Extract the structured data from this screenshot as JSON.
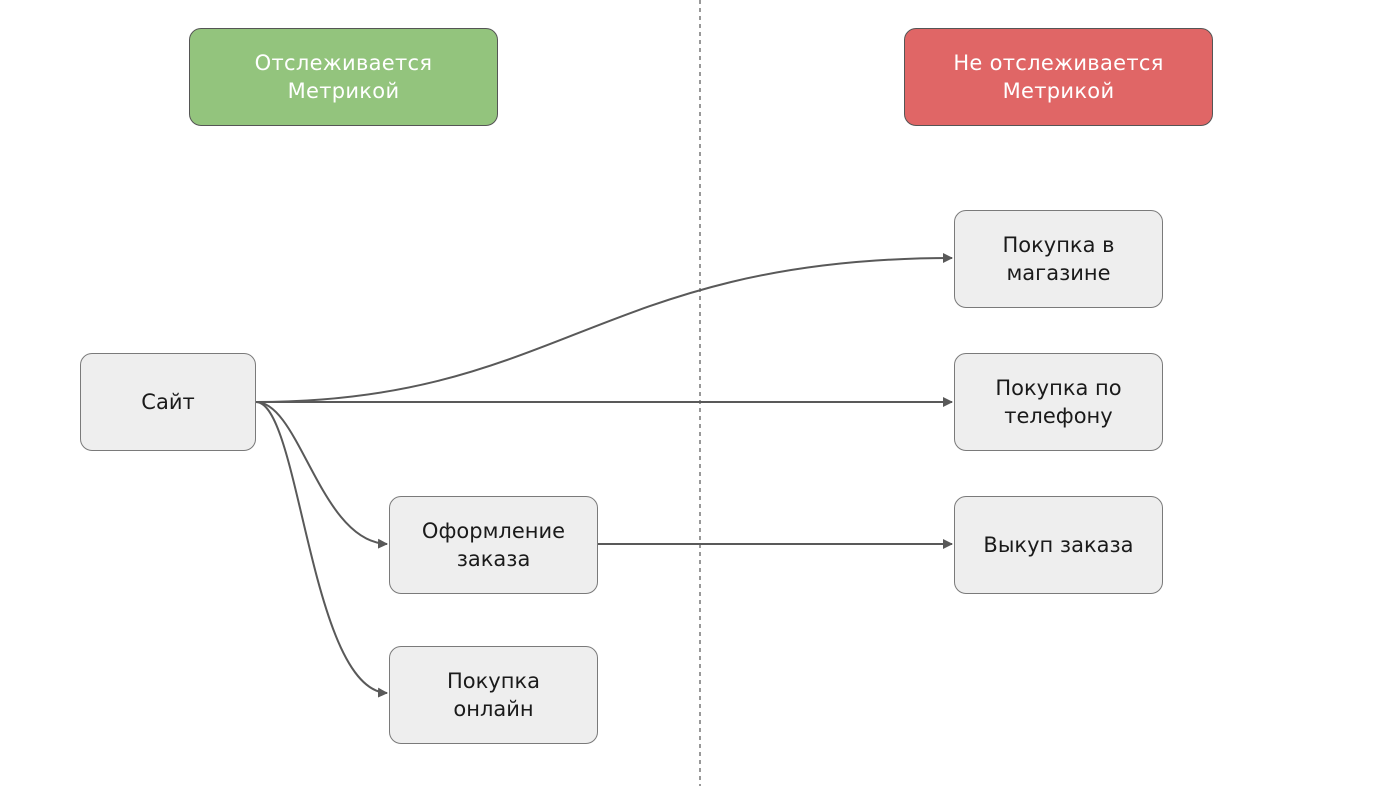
{
  "headers": {
    "tracked": "Отслеживается\nМетрикой",
    "untracked": "Не отслеживается\nМетрикой"
  },
  "nodes": {
    "site": "Сайт",
    "checkout": "Оформление\nзаказа",
    "online": "Покупка\nонлайн",
    "store": "Покупка в\nмагазине",
    "phone": "Покупка по\nтелефону",
    "redeem": "Выкуп заказа"
  },
  "colors": {
    "tracked": "#93c47d",
    "untracked": "#e06666",
    "node_fill": "#eeeeee",
    "edge": "#595959"
  },
  "edges": [
    {
      "from": "site",
      "to": "store"
    },
    {
      "from": "site",
      "to": "phone"
    },
    {
      "from": "site",
      "to": "checkout"
    },
    {
      "from": "site",
      "to": "online"
    },
    {
      "from": "checkout",
      "to": "redeem"
    }
  ]
}
